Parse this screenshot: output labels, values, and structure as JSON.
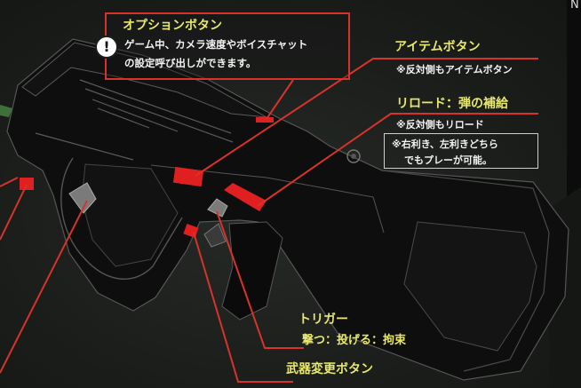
{
  "options": {
    "title": "オプションボタン",
    "line1": "ゲーム中、カメラ速度やボイスチャット",
    "line2": "の設定呼び出しができます。",
    "icon": "exclamation-icon"
  },
  "item": {
    "title": "アイテムボタン",
    "note": "※反対側もアイテムボタン"
  },
  "reload": {
    "title": "リロード：弾の補給",
    "note": "※反対側もリロード"
  },
  "handedness": {
    "line1": "※右利き、左利きどちら",
    "line2": "でもプレーが可能。"
  },
  "trigger": {
    "title": "トリガー",
    "actions": "撃つ：投げる：拘束"
  },
  "weapon": {
    "title": "武器変更ボタン"
  },
  "edge": {
    "text": "N"
  },
  "colors": {
    "accent_yellow": "#e8e86a",
    "leader_red": "#d8332b",
    "button_red": "#e02020",
    "body_black": "#0e0e0e"
  }
}
